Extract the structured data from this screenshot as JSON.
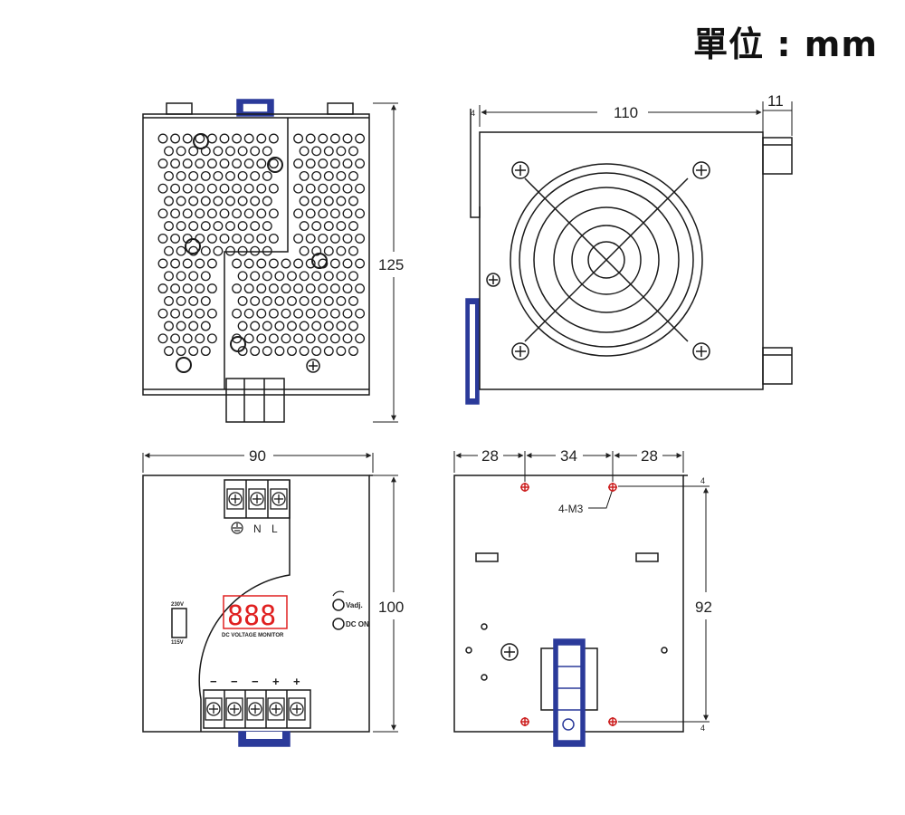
{
  "unit_label": "單位 : mm",
  "dimensions": {
    "top_width": "110",
    "top_offset": "11",
    "top_small": "4",
    "height_125": "125",
    "front_width": "90",
    "front_height": "100",
    "hole_left": "28",
    "hole_mid": "34",
    "hole_right": "28",
    "side_height": "92",
    "margin_top": "4",
    "margin_bottom": "4"
  },
  "labels": {
    "screw_spec": "4-M3",
    "input_n": "N",
    "input_l": "L",
    "led_digits": "888",
    "led_caption": "DC VOLTAGE MONITOR",
    "vadj": "Vadj.",
    "dc_on": "DC ON",
    "switch_top": "230V",
    "switch_bottom": "115V",
    "output_signs": [
      "−",
      "−",
      "−",
      "+",
      "+"
    ]
  },
  "colors": {
    "line": "#1a1a1a",
    "din_clip": "#2b3a9a",
    "led": "#e02020",
    "mount_hole": "#cc1f1f"
  }
}
